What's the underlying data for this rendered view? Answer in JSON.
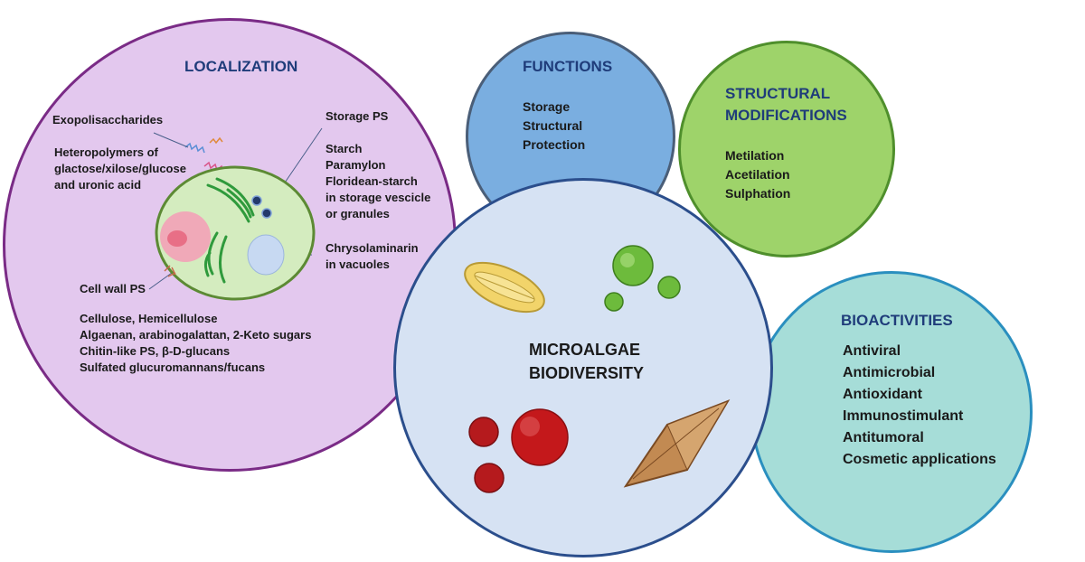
{
  "localization": {
    "title": "LOCALIZATION",
    "exopolisaccharides": "Exopolisaccharides",
    "heteropolymers": [
      "Heteropolymers of",
      "glactose/xilose/glucose",
      "and uronic acid"
    ],
    "storage_ps": "Storage PS",
    "storage_list": [
      "Starch",
      "Paramylon",
      "Floridean-starch",
      "in storage vescicle",
      "or granules"
    ],
    "chrysolaminarin": [
      "Chrysolaminarin",
      "in vacuoles"
    ],
    "cell_wall_ps": "Cell wall PS",
    "cell_wall_list": [
      "Cellulose, Hemicellulose",
      "Algaenan, arabinogalattan, 2-Keto sugars",
      "Chitin-like PS, β-D-glucans",
      "Sulfated glucuromannans/fucans"
    ]
  },
  "functions": {
    "title": "FUNCTIONS",
    "items": [
      "Storage",
      "Structural",
      "Protection"
    ]
  },
  "structural_modifications": {
    "title": [
      "STRUCTURAL",
      "MODIFICATIONS"
    ],
    "items": [
      "Metilation",
      "Acetilation",
      "Sulphation"
    ]
  },
  "center": {
    "title": [
      "MICROALGAE",
      "BIODIVERSITY"
    ]
  },
  "bioactivities": {
    "title": "BIOACTIVITIES",
    "items": [
      "Antiviral",
      "Antimicrobial",
      "Antioxidant",
      "Immunostimulant",
      "Antitumoral",
      "Cosmetic applications"
    ]
  },
  "colors": {
    "localization_fill": "#e3c8ee",
    "functions_fill": "#7aaee0",
    "structural_fill": "#9ed36a",
    "center_fill": "#d6e2f3",
    "bioactivities_fill": "#a6ddd8",
    "heading_text": "#1f3c7a"
  }
}
